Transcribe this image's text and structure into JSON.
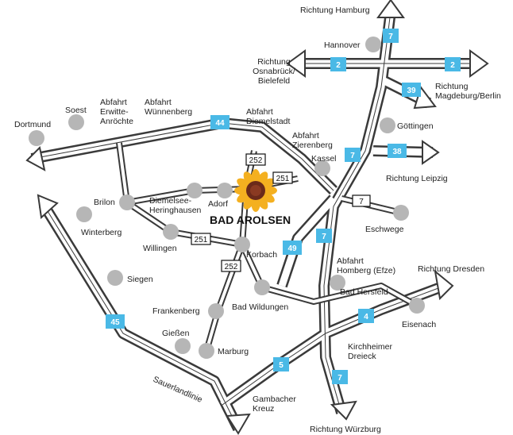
{
  "map": {
    "center_label": "BAD AROLSEN",
    "colors": {
      "road_outline": "#3a3a3a",
      "road_fill": "#ffffff",
      "city_dot": "#b6b6b6",
      "motorway_shield": "#4ab9e6",
      "sunflower_petal": "#f4b020",
      "sunflower_center": "#6b2a1a"
    },
    "directions": {
      "hamburg": "Richtung Hamburg",
      "osnabrueck": [
        "Richtung",
        "Osnabrück/",
        "Bielefeld"
      ],
      "magdeburg": [
        "Richtung",
        "Magdeburg/Berlin"
      ],
      "leipzig": "Richtung Leipzig",
      "dresden": "Richtung Dresden",
      "wuerzburg": "Richtung Würzburg"
    },
    "cities": {
      "hannover": "Hannover",
      "goettingen": "Göttingen",
      "kassel": "Kassel",
      "eschwege": "Eschwege",
      "bad_hersfeld": "Bad Hersfeld",
      "eisenach": "Eisenach",
      "soest": "Soest",
      "dortmund": "Dortmund",
      "brilon": "Brilon",
      "winterberg": "Winterberg",
      "diemelsee": [
        "Diemelsee-",
        "Heringhausen"
      ],
      "adorf": "Adorf",
      "willingen": "Willingen",
      "korbach": "Korbach",
      "siegen": "Siegen",
      "frankenberg": "Frankenberg",
      "bad_wildungen": "Bad Wildungen",
      "giessen": "Gießen",
      "marburg": "Marburg"
    },
    "exits": {
      "erwitte": [
        "Abfahrt",
        "Erwitte-",
        "Anröchte"
      ],
      "wuennenberg": [
        "Abfahrt",
        "Wünnenberg"
      ],
      "diemelstadt": [
        "Abfahrt",
        "Diemelstadt"
      ],
      "zierenberg": [
        "Abfahrt",
        "Zierenberg"
      ],
      "homberg": [
        "Abfahrt",
        "Homberg (Efze)"
      ],
      "kirchheimer": [
        "Kirchheimer",
        "Dreieck"
      ],
      "gambacher": [
        "Gambacher",
        "Kreuz"
      ],
      "sauerlandlinie": "Sauerlandlinie"
    },
    "motorways": {
      "a7_north": "7",
      "a2_west": "2",
      "a2_east": "2",
      "a39": "39",
      "a38": "38",
      "a44": "44",
      "a7_kassel": "7",
      "a7_mid": "7",
      "a49": "49",
      "a4": "4",
      "a5": "5",
      "a45": "45",
      "a7_south": "7"
    },
    "federal_roads": {
      "b252_north": "252",
      "b251_east": "251",
      "b7": "7",
      "b251_west": "251",
      "b252_south": "252"
    }
  }
}
